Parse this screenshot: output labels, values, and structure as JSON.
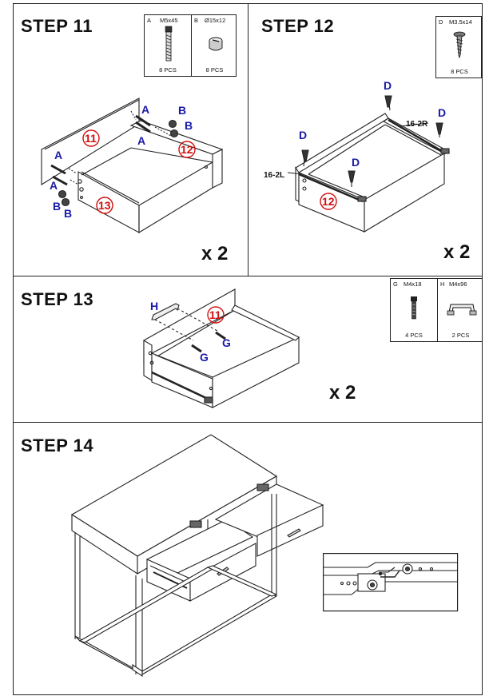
{
  "steps": [
    {
      "title": "STEP 11",
      "qty": "x 2"
    },
    {
      "title": "STEP 12",
      "qty": "x 2"
    },
    {
      "title": "STEP 13",
      "qty": "x 2"
    },
    {
      "title": "STEP 14"
    }
  ],
  "hardware": {
    "A": {
      "code": "A",
      "size": "M5x45",
      "pcs": "8 PCS"
    },
    "B": {
      "code": "B",
      "size": "Ø15x12",
      "pcs": "8 PCS"
    },
    "D": {
      "code": "D",
      "size": "M3.5x14",
      "pcs": "8 PCS"
    },
    "G": {
      "code": "G",
      "size": "M4x18",
      "pcs": "4 PCS"
    },
    "H": {
      "code": "H",
      "size": "M4x96",
      "pcs": "2 PCS"
    }
  },
  "step11": {
    "labels": [
      "A",
      "B",
      "B",
      "A",
      "A",
      "A",
      "B",
      "B"
    ],
    "parts": [
      "11",
      "12",
      "13"
    ]
  },
  "step12": {
    "labels": [
      "D",
      "D",
      "D",
      "D"
    ],
    "slides": [
      "16-2R",
      "16-2L"
    ],
    "parts": [
      "12"
    ]
  },
  "step13": {
    "labels": [
      "H",
      "G",
      "G"
    ],
    "parts": [
      "11"
    ]
  }
}
